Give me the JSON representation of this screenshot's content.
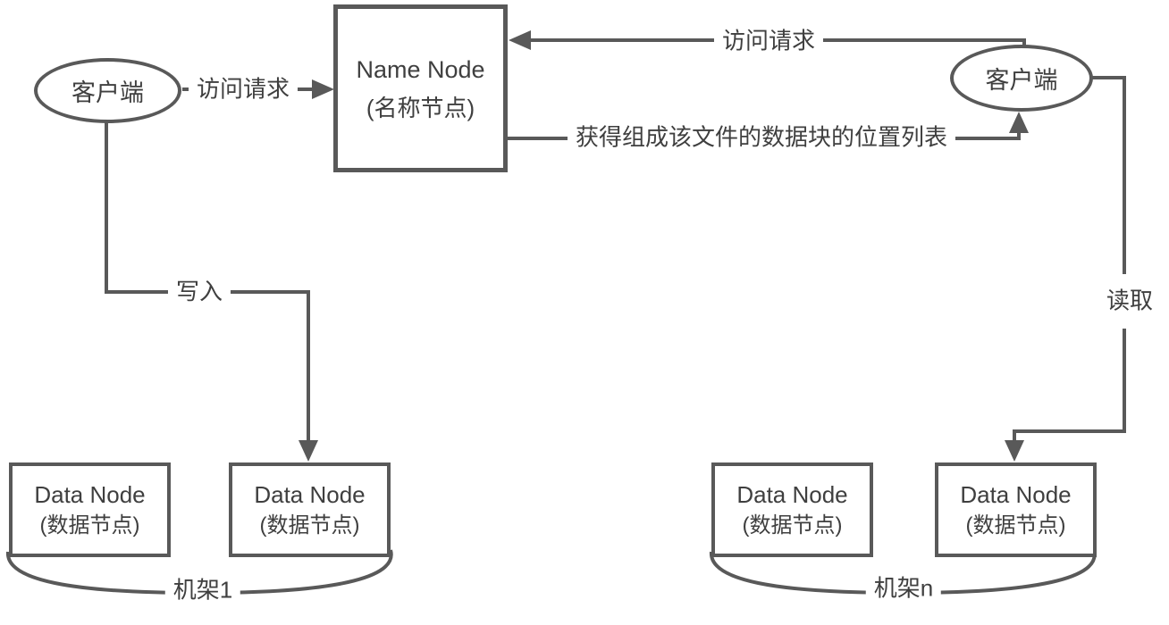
{
  "colors": {
    "stroke": "#595959",
    "text": "#3f3f3f",
    "background": "#ffffff"
  },
  "name_node": {
    "title": "Name Node",
    "subtitle": "(名称节点)"
  },
  "clients": {
    "left": "客户端",
    "right": "客户端"
  },
  "edge_labels": {
    "left_access": "访问请求",
    "top_access": "访问请求",
    "location_list": "获得组成该文件的数据块的位置列表",
    "write": "写入",
    "read": "读取"
  },
  "data_nodes": [
    {
      "title": "Data Node",
      "subtitle": "(数据节点)"
    },
    {
      "title": "Data Node",
      "subtitle": "(数据节点)"
    },
    {
      "title": "Data Node",
      "subtitle": "(数据节点)"
    },
    {
      "title": "Data Node",
      "subtitle": "(数据节点)"
    }
  ],
  "racks": {
    "left": "机架1",
    "right": "机架n"
  }
}
